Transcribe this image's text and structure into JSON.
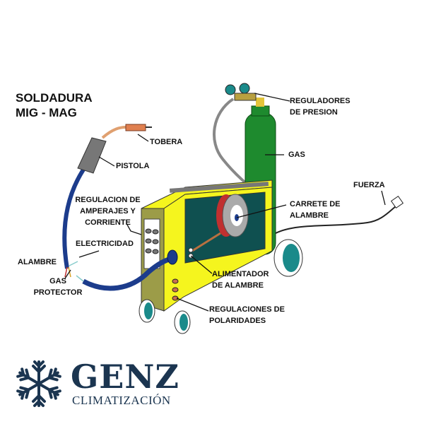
{
  "title": {
    "line1": "SOLDADURA",
    "line2": "MIG - MAG"
  },
  "labels": {
    "tobera": "TOBERA",
    "pistola": "PISTOLA",
    "regulacion": [
      "REGULACION DE",
      "AMPERAJES Y",
      "CORRIENTE"
    ],
    "electricidad": "ELECTRICIDAD",
    "alambre": "ALAMBRE",
    "gas_protector": [
      "GAS",
      "PROTECTOR"
    ],
    "reguladores": [
      "REGULADORES",
      "DE PRESION"
    ],
    "gas": "GAS",
    "fuerza": "FUERZA",
    "carrete": [
      "CARRETE DE",
      "ALAMBRE"
    ],
    "alimentador": [
      "ALIMENTADOR",
      "DE ALAMBRE"
    ],
    "polaridades": [
      "REGULACIONES DE",
      "POLARIDADES"
    ]
  },
  "logo": {
    "name": "GENZ",
    "tagline": "CLIMATIZACIÓN"
  },
  "colors": {
    "brand": "#1b3550",
    "machine": "#f5f51e",
    "cylinder": "#1e8a2e",
    "hose": "#1c3c8c"
  }
}
